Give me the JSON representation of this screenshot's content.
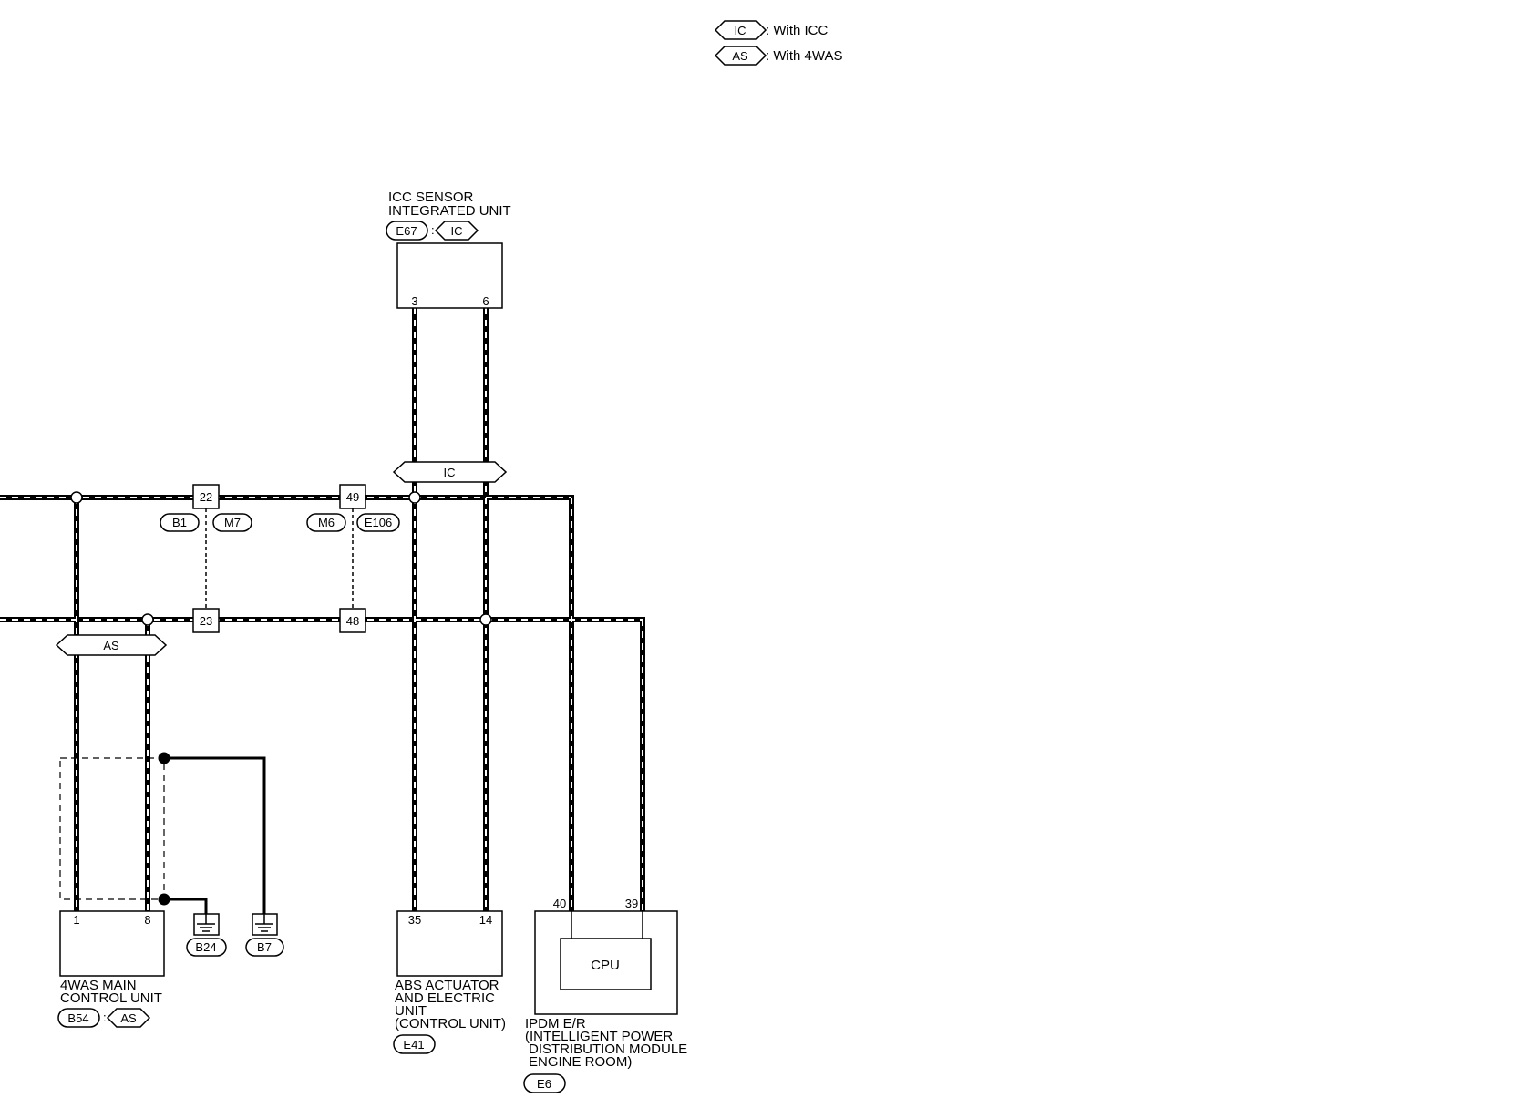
{
  "legend": [
    {
      "code": "IC",
      "text": ": With ICC"
    },
    {
      "code": "AS",
      "text": ": With 4WAS"
    }
  ],
  "icc_unit": {
    "name_line1": "ICC SENSOR",
    "name_line2": "INTEGRATED UNIT",
    "connector": "E67",
    "option": "IC",
    "pin_left": "3",
    "pin_right": "6"
  },
  "ic_branch_tag": "IC",
  "as_branch_tag": "AS",
  "joint1": {
    "top_pin": "22",
    "bottom_pin": "23",
    "conn_left": "B1",
    "conn_right": "M7"
  },
  "joint2": {
    "top_pin": "49",
    "bottom_pin": "48",
    "conn_left": "M6",
    "conn_right": "E106"
  },
  "fourwas_unit": {
    "name_line1": "4WAS MAIN",
    "name_line2": "CONTROL UNIT",
    "connector": "B54",
    "option": "AS",
    "pin_left": "1",
    "pin_right": "8"
  },
  "grounds": [
    {
      "code": "B24"
    },
    {
      "code": "B7"
    }
  ],
  "abs_unit": {
    "name_line1": "ABS ACTUATOR",
    "name_line2": "AND ELECTRIC",
    "name_line3": "UNIT",
    "name_line4": "(CONTROL UNIT)",
    "connector": "E41",
    "pin_left": "35",
    "pin_right": "14"
  },
  "ipdm_unit": {
    "name_line1": "IPDM E/R",
    "name_line2": "(INTELLIGENT POWER",
    "name_line3": "DISTRIBUTION MODULE",
    "name_line4": "ENGINE ROOM)",
    "connector": "E6",
    "cpu_label": "CPU",
    "pin_left": "40",
    "pin_right": "39"
  },
  "colors": {
    "line": "#000000",
    "background": "#ffffff"
  }
}
